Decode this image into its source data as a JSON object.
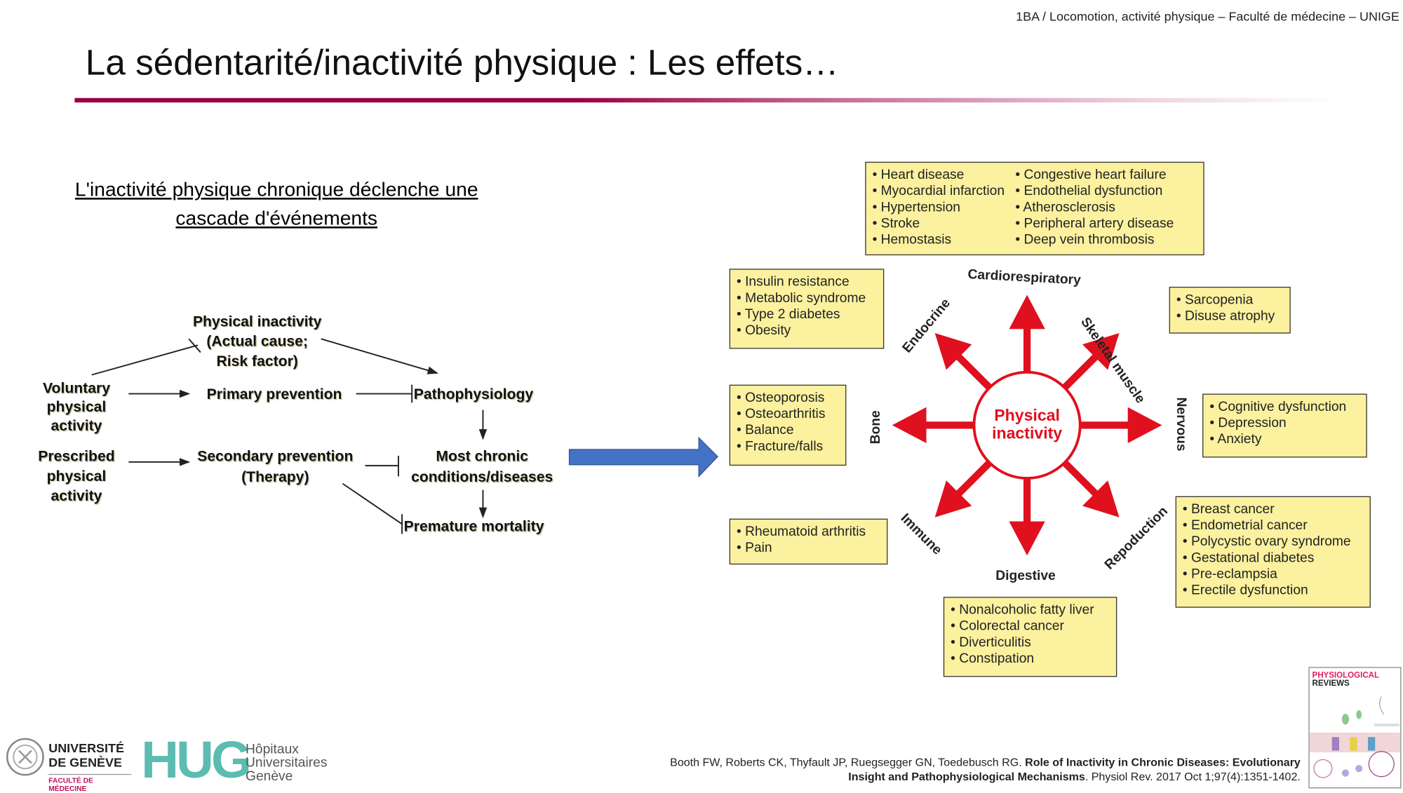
{
  "header": "1BA / Locomotion, activité physique – Faculté de médecine – UNIGE",
  "title": "La sédentarité/inactivité physique : Les effets…",
  "subtitle": "L'inactivité physique chronique déclenche une cascade d'événements",
  "flowchart": {
    "physical_inactivity": [
      "Physical inactivity",
      "(Actual cause;",
      "Risk factor)"
    ],
    "voluntary": [
      "Voluntary",
      "physical",
      "activity"
    ],
    "prescribed": [
      "Prescribed",
      "physical",
      "activity"
    ],
    "primary": "Primary prevention",
    "secondary": [
      "Secondary prevention",
      "(Therapy)"
    ],
    "pathophysiology": "Pathophysiology",
    "chronic": [
      "Most chronic",
      "conditions/diseases"
    ],
    "mortality": "Premature mortality"
  },
  "diagram": {
    "center": [
      "Physical",
      "inactivity"
    ],
    "accent": "#e0101e",
    "labels": {
      "cardio": "Cardiorespiratory",
      "skeletal": "Skeletal muscle",
      "nervous": "Nervous",
      "reproduction": "Repoduction",
      "digestive": "Digestive",
      "immune": "Immune",
      "bone": "Bone",
      "endocrine": "Endocrine"
    },
    "boxes": {
      "cardio_left": [
        "Heart disease",
        "Myocardial infarction",
        "Hypertension",
        "Stroke",
        "Hemostasis"
      ],
      "cardio_right": [
        "Congestive heart failure",
        "Endothelial dysfunction",
        "Atherosclerosis",
        "Peripheral artery disease",
        "Deep vein thrombosis"
      ],
      "endocrine": [
        "Insulin resistance",
        "Metabolic syndrome",
        "Type 2 diabetes",
        "Obesity"
      ],
      "skeletal": [
        "Sarcopenia",
        "Disuse atrophy"
      ],
      "bone": [
        "Osteoporosis",
        "Osteoarthritis",
        "Balance",
        "Fracture/falls"
      ],
      "nervous": [
        "Cognitive dysfunction",
        "Depression",
        "Anxiety"
      ],
      "immune": [
        "Rheumatoid arthritis",
        "Pain"
      ],
      "reproduction": [
        "Breast cancer",
        "Endometrial cancer",
        "Polycystic ovary syndrome",
        "Gestational diabetes",
        "Pre-eclampsia",
        "Erectile dysfunction"
      ],
      "digestive": [
        "Nonalcoholic fatty liver",
        "Colorectal cancer",
        "Diverticulitis",
        "Constipation"
      ]
    }
  },
  "citation": {
    "authors": "Booth FW, Roberts CK, Thyfault JP, Ruegsegger GN, Toedebusch RG. ",
    "title_part1": "Role of Inactivity in Chronic Diseases: Evolutionary",
    "title_part2": "Insight and Pathophysiological Mechanisms",
    "source": ". Physiol Rev. 2017 Oct 1;97(4):1351-1402."
  },
  "journal_cover": [
    "PHYSIOLOGICAL",
    "REVIEWS"
  ],
  "logos": {
    "unige": [
      "UNIVERSITÉ",
      "DE GENÈVE",
      "FACULTÉ DE MÉDECINE"
    ],
    "hug": "HUG",
    "hug_text": [
      "Hôpitaux",
      "Universitaires",
      "Genève"
    ]
  }
}
